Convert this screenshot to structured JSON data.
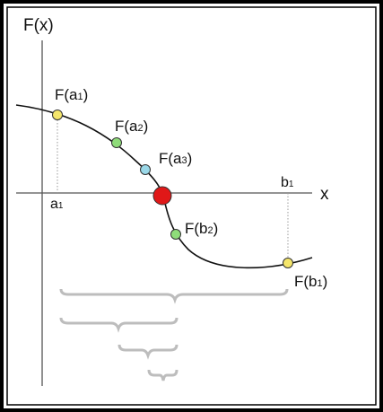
{
  "axes": {
    "y_label": "F(x)",
    "x_label": "x"
  },
  "ticks": [
    {
      "id": "a1",
      "base": "a",
      "sub": "1"
    },
    {
      "id": "b1",
      "base": "b",
      "sub": "1"
    }
  ],
  "points": [
    {
      "id": "fa1",
      "base": "F(a",
      "sub": "1",
      "close": ")",
      "color": "#f5e66b"
    },
    {
      "id": "fa2",
      "base": "F(a",
      "sub": "2",
      "close": ")",
      "color": "#8fdc7a"
    },
    {
      "id": "fa3",
      "base": "F(a",
      "sub": "3",
      "close": ")",
      "color": "#9ad8e8"
    },
    {
      "id": "root",
      "color": "#e01818"
    },
    {
      "id": "fb2",
      "base": "F(b",
      "sub": "2",
      "close": ")",
      "color": "#8fdc7a"
    },
    {
      "id": "fb1",
      "base": "F(b",
      "sub": "1",
      "close": ")",
      "color": "#f5e66b"
    }
  ],
  "colors": {
    "frame": "#000000",
    "axis": "#555555",
    "curve": "#111111",
    "brace": "#bdbdbd",
    "guide": "#999999"
  }
}
